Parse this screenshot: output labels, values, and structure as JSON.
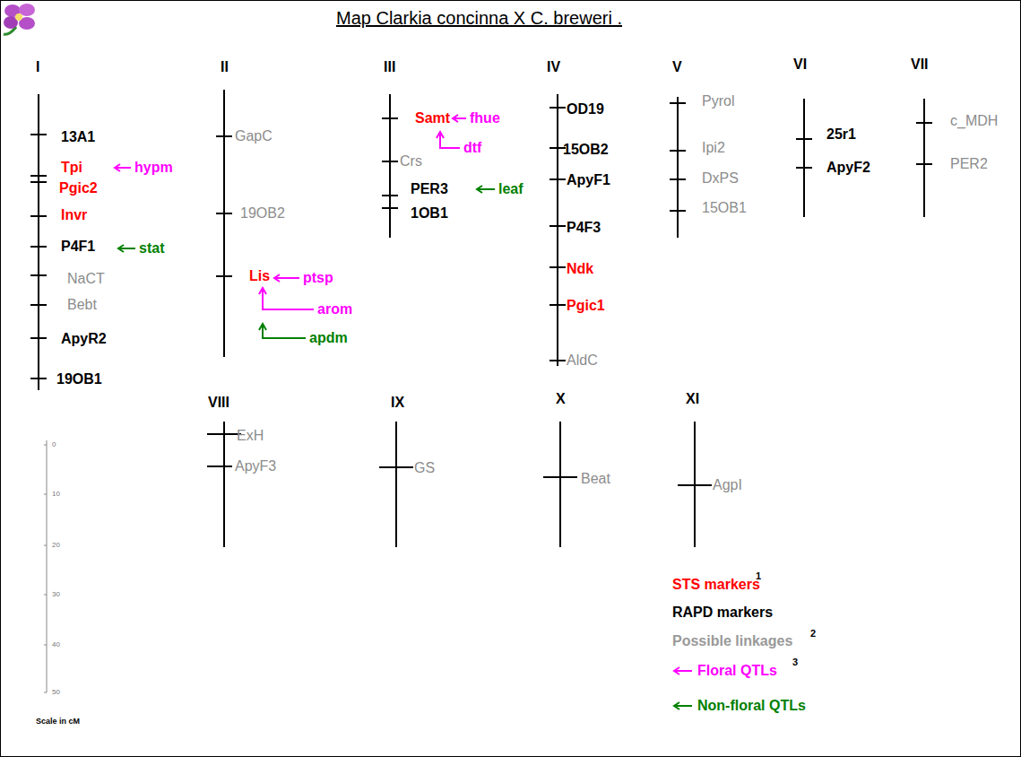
{
  "diagram": {
    "title": "Map Clarkia concinna X C. breweri .",
    "labels": [
      "I",
      "13A1",
      "Tpi",
      "hypm",
      "Pgic2",
      "Invr",
      "P4F1",
      "stat",
      "NaCT",
      "Bebt",
      "ApyR2",
      "19OB1",
      "II",
      "GapC",
      "19OB2",
      "Lis",
      "ptsp",
      "arom",
      "apdm",
      "III",
      "Samt",
      "fhue",
      "dtf",
      "Crs",
      "PER3",
      "leaf",
      "1OB1",
      "IV",
      "OD19",
      "15OB2",
      "ApyF1",
      "P4F3",
      "Ndk",
      "Pgic1",
      "AldC",
      "V",
      "Pyrol",
      "Ipi2",
      "DxPS",
      "15OB1",
      "VI",
      "25r1",
      "ApyF2",
      "VII",
      "c_MDH",
      "PER2",
      "VIII",
      "ExH",
      "ApyF3",
      "IX",
      "GS",
      "X",
      "Beat",
      "XI",
      "AgpI",
      "0",
      "10",
      "20",
      "30",
      "40",
      "50",
      "Scale in cM",
      "1",
      "2",
      "3"
    ],
    "legend": [
      {
        "text": "STS markers",
        "color": "#ff0000"
      },
      {
        "text": "RAPD markers",
        "color": "#000000"
      },
      {
        "text": "Possible linkages",
        "color": "#999999"
      },
      {
        "text": "Floral QTLs",
        "color": "#ff00ff"
      },
      {
        "text": "Non-floral QTLs",
        "color": "#008000"
      }
    ]
  }
}
